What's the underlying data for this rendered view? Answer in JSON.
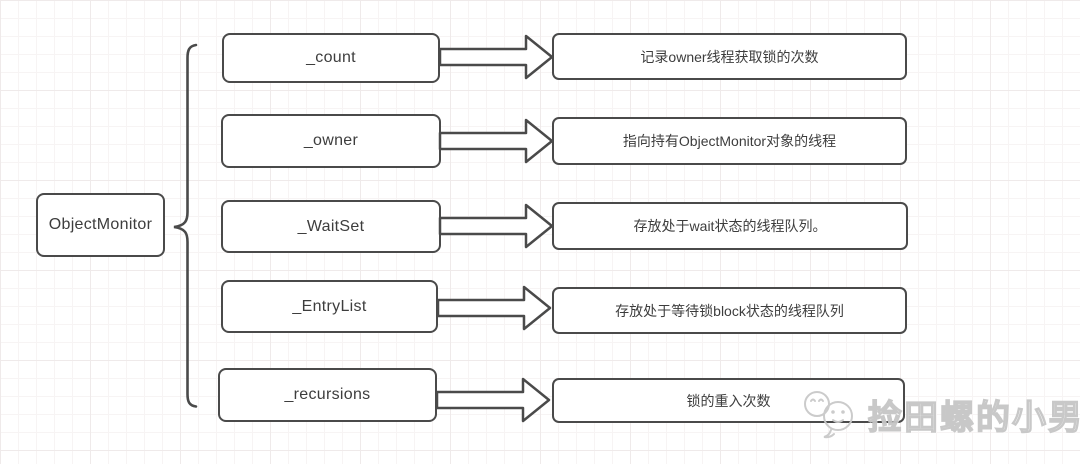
{
  "diagram": {
    "root": {
      "label": "ObjectMonitor"
    },
    "rows": [
      {
        "field": "_count",
        "desc": "记录owner线程获取锁的次数"
      },
      {
        "field": "_owner",
        "desc": "指向持有ObjectMonitor对象的线程"
      },
      {
        "field": "_WaitSet",
        "desc": "存放处于wait状态的线程队列。"
      },
      {
        "field": "_EntryList",
        "desc": "存放处于等待锁block状态的线程队列"
      },
      {
        "field": "_recursions",
        "desc": "锁的重入次数"
      }
    ],
    "watermark": {
      "text": "捡田螺的小男孩"
    },
    "colors": {
      "shape_border": "#4a4a4a",
      "shape_fill": "#ffffff",
      "text": "#3d3d3d",
      "watermark": "#c6c6c6",
      "grid_minor": "#f7f4f4",
      "grid_major": "#efeaea",
      "background": "#ffffff"
    }
  }
}
